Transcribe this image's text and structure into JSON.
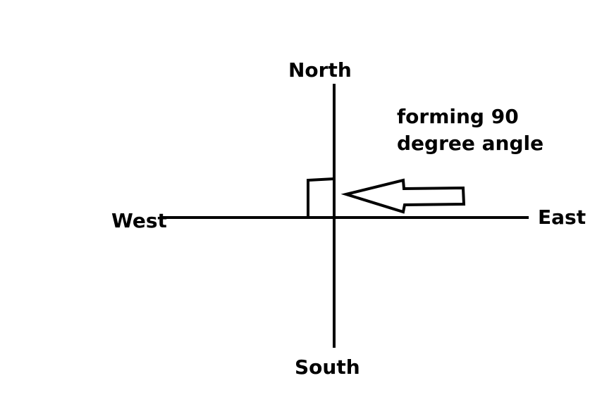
{
  "labels": {
    "north": "North",
    "south": "South",
    "west": "West",
    "east": "East"
  },
  "annotation": {
    "line1": "forming 90",
    "line2": "degree angle"
  },
  "colors": {
    "stroke": "#000000",
    "background": "#ffffff"
  }
}
